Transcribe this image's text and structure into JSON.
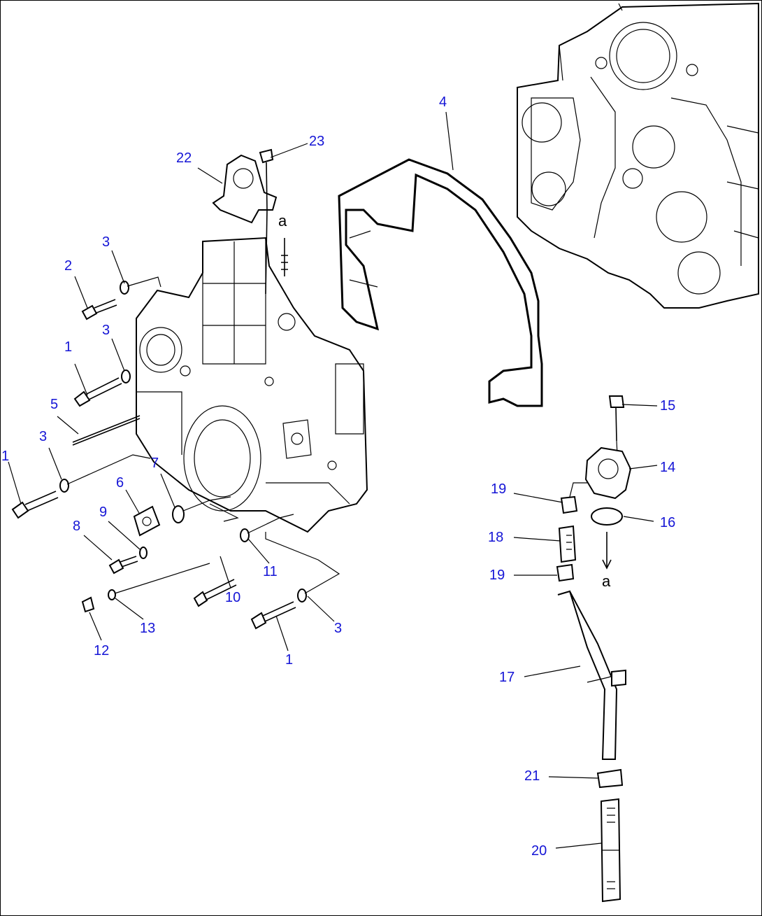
{
  "diagram": {
    "callouts": {
      "c1a": "1",
      "c1b": "1",
      "c1c": "1",
      "c2": "2",
      "c3a": "3",
      "c3b": "3",
      "c3c": "3",
      "c3d": "3",
      "c4": "4",
      "c5": "5",
      "c6": "6",
      "c7": "7",
      "c8": "8",
      "c9": "9",
      "c10": "10",
      "c11": "11",
      "c12": "12",
      "c13": "13",
      "c14": "14",
      "c15": "15",
      "c16": "16",
      "c17": "17",
      "c18": "18",
      "c19a": "19",
      "c19b": "19",
      "c20": "20",
      "c21": "21",
      "c22": "22",
      "c23": "23"
    },
    "refs": {
      "ra1": "a",
      "ra2": "a"
    },
    "colors": {
      "callout": "#1515d6",
      "lines": "#000000",
      "background": "#ffffff"
    }
  }
}
